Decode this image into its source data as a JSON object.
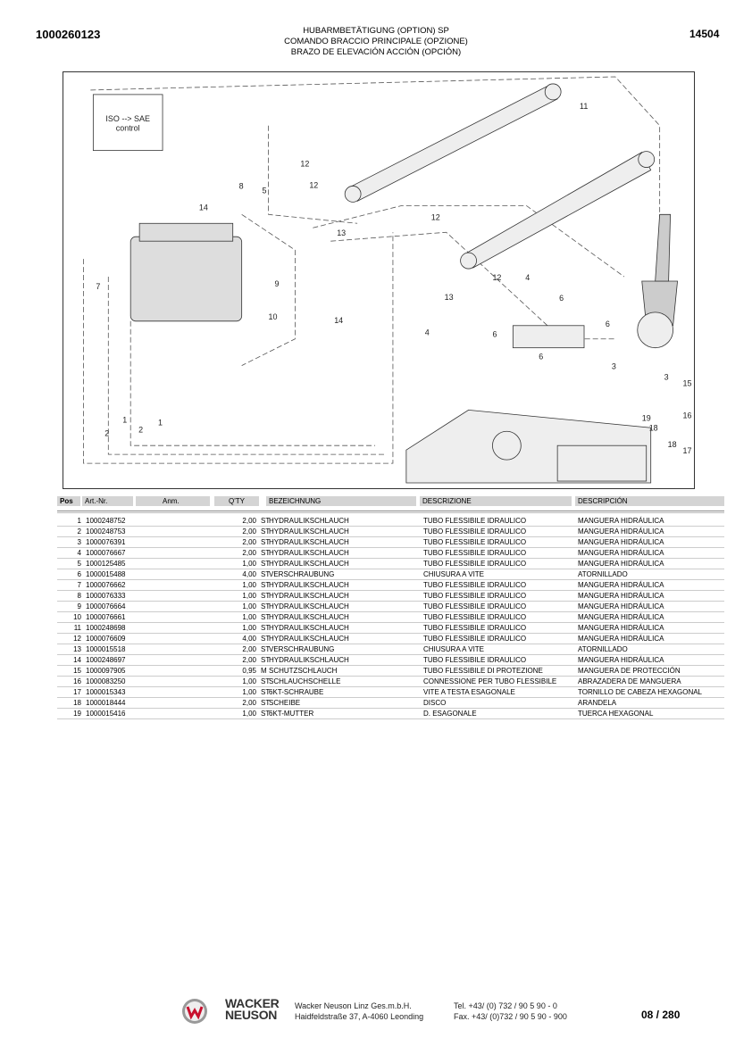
{
  "header": {
    "doc_number": "1000260123",
    "page_ref": "14504",
    "titles": [
      "HUBARMBETÄTIGUNG (OPTION) SP",
      "COMANDO BRACCIO PRINCIPALE (OPZIONE)",
      "BRAZO DE ELEVACIÓN ACCIÓN (OPCIÓN)"
    ]
  },
  "diagram": {
    "box_label_1": "ISO --> SAE",
    "box_label_2": "control",
    "callouts": [
      "11",
      "12",
      "12",
      "8",
      "5",
      "14",
      "13",
      "12",
      "7",
      "9",
      "12",
      "4",
      "13",
      "6",
      "6",
      "10",
      "14",
      "4",
      "6",
      "6",
      "3",
      "3",
      "15",
      "19",
      "16",
      "18",
      "18",
      "17",
      "1",
      "1",
      "2",
      "2"
    ]
  },
  "table": {
    "headers": {
      "pos": "Pos",
      "art": "Art.-Nr.",
      "anm": "Anm.",
      "qty": "Q'TY",
      "de": "BEZEICHNUNG",
      "it": "DESCRIZIONE",
      "es": "DESCRIPCIÓN"
    },
    "rows": [
      {
        "pos": "1",
        "art": "1000248752",
        "qty": "2,00",
        "unit": "ST",
        "de": "HYDRAULIKSCHLAUCH",
        "it": "TUBO FLESSIBILE IDRAULICO",
        "es": "MANGUERA HIDRÁULICA"
      },
      {
        "pos": "2",
        "art": "1000248753",
        "qty": "2,00",
        "unit": "ST",
        "de": "HYDRAULIKSCHLAUCH",
        "it": "TUBO FLESSIBILE IDRAULICO",
        "es": "MANGUERA HIDRÁULICA"
      },
      {
        "pos": "3",
        "art": "1000076391",
        "qty": "2,00",
        "unit": "ST",
        "de": "HYDRAULIKSCHLAUCH",
        "it": "TUBO FLESSIBILE IDRAULICO",
        "es": "MANGUERA HIDRÁULICA"
      },
      {
        "pos": "4",
        "art": "1000076667",
        "qty": "2,00",
        "unit": "ST",
        "de": "HYDRAULIKSCHLAUCH",
        "it": "TUBO FLESSIBILE IDRAULICO",
        "es": "MANGUERA HIDRÁULICA"
      },
      {
        "pos": "5",
        "art": "1000125485",
        "qty": "1,00",
        "unit": "ST",
        "de": "HYDRAULIKSCHLAUCH",
        "it": "TUBO FLESSIBILE IDRAULICO",
        "es": "MANGUERA HIDRÁULICA"
      },
      {
        "pos": "6",
        "art": "1000015488",
        "qty": "4,00",
        "unit": "ST",
        "de": "VERSCHRAUBUNG",
        "it": "CHIUSURA A VITE",
        "es": "ATORNILLADO"
      },
      {
        "pos": "7",
        "art": "1000076662",
        "qty": "1,00",
        "unit": "ST",
        "de": "HYDRAULIKSCHLAUCH",
        "it": "TUBO FLESSIBILE IDRAULICO",
        "es": "MANGUERA HIDRÁULICA"
      },
      {
        "pos": "8",
        "art": "1000076333",
        "qty": "1,00",
        "unit": "ST",
        "de": "HYDRAULIKSCHLAUCH",
        "it": "TUBO FLESSIBILE IDRAULICO",
        "es": "MANGUERA HIDRÁULICA"
      },
      {
        "pos": "9",
        "art": "1000076664",
        "qty": "1,00",
        "unit": "ST",
        "de": "HYDRAULIKSCHLAUCH",
        "it": "TUBO FLESSIBILE IDRAULICO",
        "es": "MANGUERA HIDRÁULICA"
      },
      {
        "pos": "10",
        "art": "1000076661",
        "qty": "1,00",
        "unit": "ST",
        "de": "HYDRAULIKSCHLAUCH",
        "it": "TUBO FLESSIBILE IDRAULICO",
        "es": "MANGUERA HIDRÁULICA"
      },
      {
        "pos": "11",
        "art": "1000248698",
        "qty": "1,00",
        "unit": "ST",
        "de": "HYDRAULIKSCHLAUCH",
        "it": "TUBO FLESSIBILE IDRAULICO",
        "es": "MANGUERA HIDRÁULICA"
      },
      {
        "pos": "12",
        "art": "1000076609",
        "qty": "4,00",
        "unit": "ST",
        "de": "HYDRAULIKSCHLAUCH",
        "it": "TUBO FLESSIBILE IDRAULICO",
        "es": "MANGUERA HIDRÁULICA"
      },
      {
        "pos": "13",
        "art": "1000015518",
        "qty": "2,00",
        "unit": "ST",
        "de": "VERSCHRAUBUNG",
        "it": "CHIUSURA A VITE",
        "es": "ATORNILLADO"
      },
      {
        "pos": "14",
        "art": "1000248697",
        "qty": "2,00",
        "unit": "ST",
        "de": "HYDRAULIKSCHLAUCH",
        "it": "TUBO FLESSIBILE IDRAULICO",
        "es": "MANGUERA HIDRÁULICA"
      },
      {
        "pos": "15",
        "art": "1000097905",
        "qty": "0,95",
        "unit": "M",
        "de": "SCHUTZSCHLAUCH",
        "it": "TUBO FLESSIBILE DI PROTEZIONE",
        "es": "MANGUERA DE PROTECCIÓN"
      },
      {
        "pos": "16",
        "art": "1000083250",
        "qty": "1,00",
        "unit": "ST",
        "de": "SCHLAUCHSCHELLE",
        "it": "CONNESSIONE PER TUBO FLESSIBILE",
        "es": "ABRAZADERA DE MANGUERA"
      },
      {
        "pos": "17",
        "art": "1000015343",
        "qty": "1,00",
        "unit": "ST",
        "de": "6KT-SCHRAUBE",
        "it": "VITE A TESTA ESAGONALE",
        "es": "TORNILLO DE CABEZA HEXAGONAL"
      },
      {
        "pos": "18",
        "art": "1000018444",
        "qty": "2,00",
        "unit": "ST",
        "de": "SCHEIBE",
        "it": "DISCO",
        "es": "ARANDELA"
      },
      {
        "pos": "19",
        "art": "1000015416",
        "qty": "1,00",
        "unit": "ST",
        "de": "6KT-MUTTER",
        "it": "D. ESAGONALE",
        "es": "TUERCA HEXAGONAL"
      }
    ]
  },
  "footer": {
    "brand_line1": "WACKER",
    "brand_line2": "NEUSON",
    "company": "Wacker Neuson Linz  Ges.m.b.H.",
    "address": "Haidfeldstraße 37, A-4060 Leonding",
    "tel": "Tel.  +43/ (0) 732 / 90 5 90 - 0",
    "fax": "Fax. +43/ (0)732 / 90 5 90 - 900",
    "page": "08 / 280"
  }
}
